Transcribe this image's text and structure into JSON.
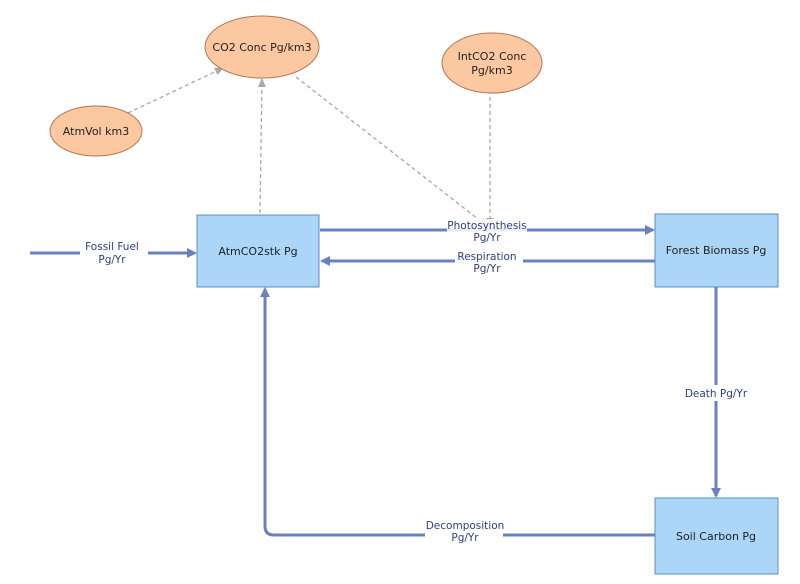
{
  "stocks": {
    "atm": "AtmCO2stk Pg",
    "forest": "Forest Biomass Pg",
    "soil": "Soil Carbon Pg"
  },
  "variables": {
    "co2_conc": "CO2 Conc Pg/km3",
    "atmvol": "AtmVol km3",
    "intco2_line1": "IntCO2 Conc",
    "intco2_line2": "Pg/km3"
  },
  "flows": {
    "fossil_fuel_line1": "Fossil Fuel",
    "fossil_fuel_line2": "Pg/Yr",
    "photosynthesis_line1": "Photosynthesis",
    "photosynthesis_line2": "Pg/Yr",
    "respiration_line1": "Respiration",
    "respiration_line2": "Pg/Yr",
    "death": "Death Pg/Yr",
    "decomposition_line1": "Decomposition",
    "decomposition_line2": "Pg/Yr"
  },
  "colors": {
    "stock_fill": "#abd6f7",
    "stock_stroke": "#5a8fc0",
    "variable_fill": "#fcc8a2",
    "variable_stroke": "#b07850",
    "flow": "#6a80bf",
    "link": "#a8a8a8",
    "label": "#2c3f7a"
  }
}
